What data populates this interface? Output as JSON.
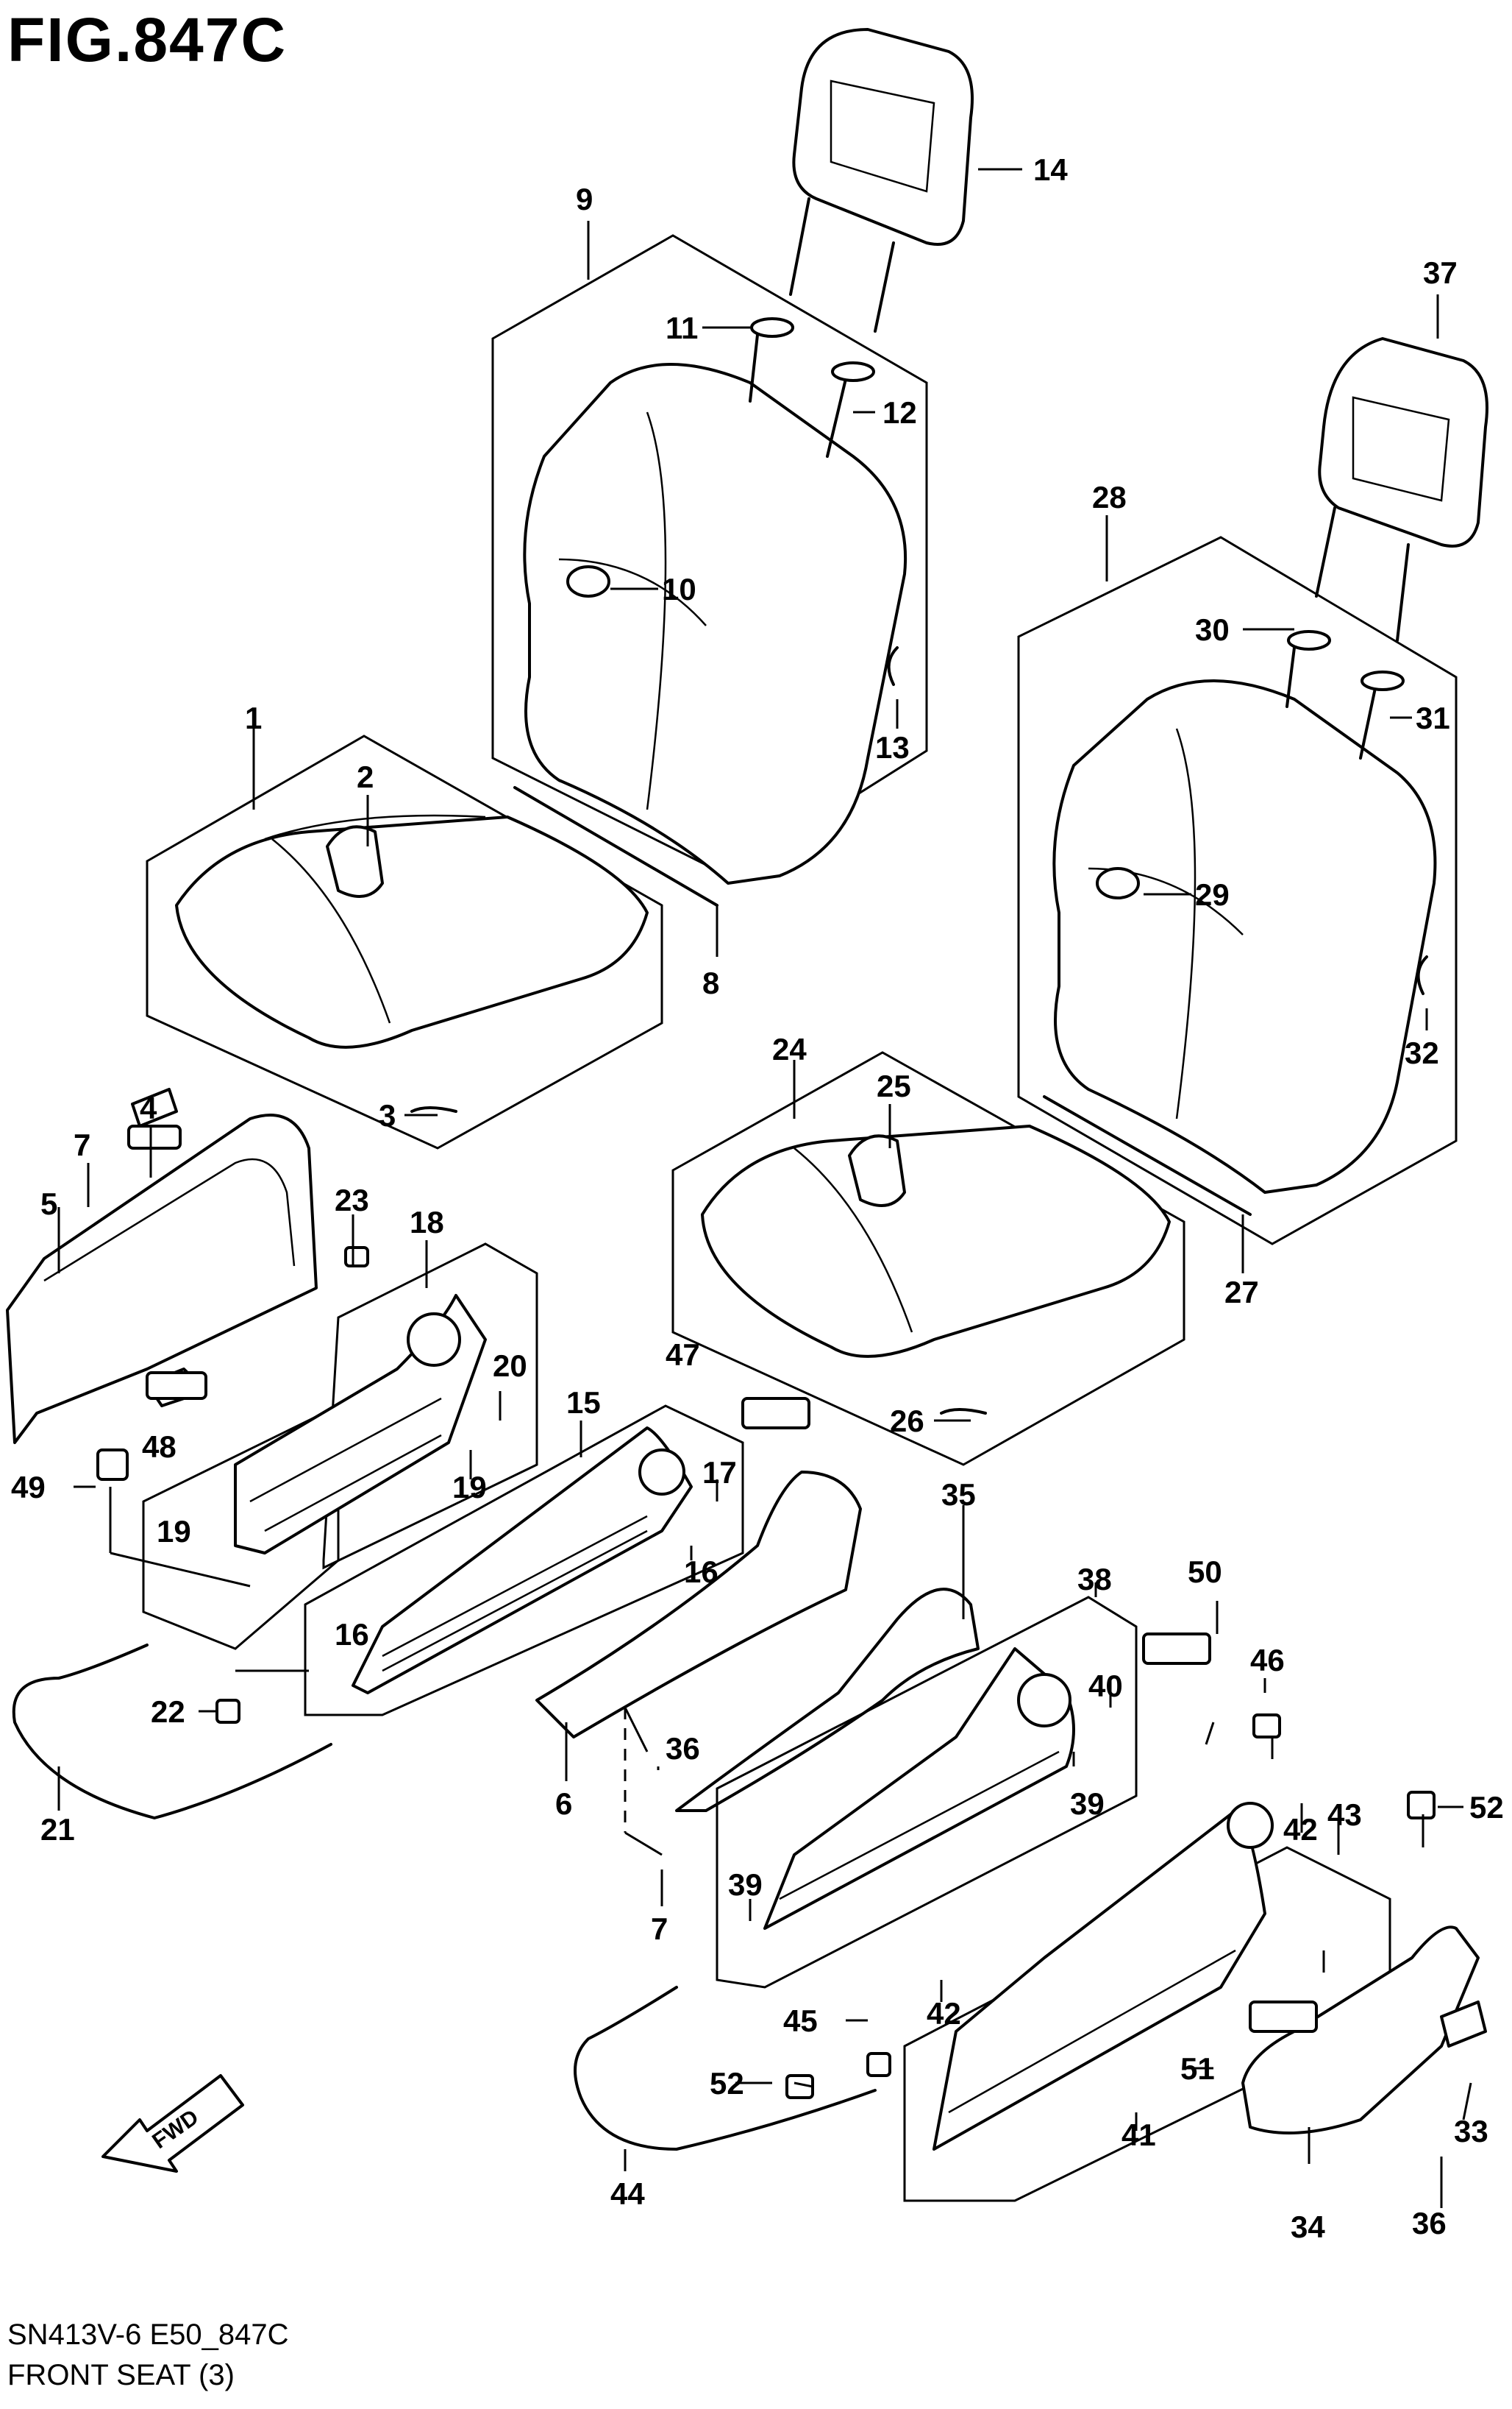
{
  "figure": {
    "title": "FIG.847C",
    "model_code": "SN413V-6 E50_847C",
    "caption": "FRONT SEAT (3)",
    "fwd_label": "FWD"
  },
  "callouts": [
    {
      "id": "c1",
      "label": "1"
    },
    {
      "id": "c2",
      "label": "2"
    },
    {
      "id": "c3",
      "label": "3"
    },
    {
      "id": "c4",
      "label": "4"
    },
    {
      "id": "c5",
      "label": "5"
    },
    {
      "id": "c6",
      "label": "6"
    },
    {
      "id": "c7a",
      "label": "7"
    },
    {
      "id": "c7b",
      "label": "7"
    },
    {
      "id": "c8",
      "label": "8"
    },
    {
      "id": "c9",
      "label": "9"
    },
    {
      "id": "c10",
      "label": "10"
    },
    {
      "id": "c11",
      "label": "11"
    },
    {
      "id": "c12",
      "label": "12"
    },
    {
      "id": "c13",
      "label": "13"
    },
    {
      "id": "c14",
      "label": "14"
    },
    {
      "id": "c15",
      "label": "15"
    },
    {
      "id": "c16a",
      "label": "16"
    },
    {
      "id": "c16b",
      "label": "16"
    },
    {
      "id": "c17",
      "label": "17"
    },
    {
      "id": "c18",
      "label": "18"
    },
    {
      "id": "c19a",
      "label": "19"
    },
    {
      "id": "c19b",
      "label": "19"
    },
    {
      "id": "c20",
      "label": "20"
    },
    {
      "id": "c21",
      "label": "21"
    },
    {
      "id": "c22",
      "label": "22"
    },
    {
      "id": "c23",
      "label": "23"
    },
    {
      "id": "c24",
      "label": "24"
    },
    {
      "id": "c25",
      "label": "25"
    },
    {
      "id": "c26",
      "label": "26"
    },
    {
      "id": "c27",
      "label": "27"
    },
    {
      "id": "c28",
      "label": "28"
    },
    {
      "id": "c29",
      "label": "29"
    },
    {
      "id": "c30",
      "label": "30"
    },
    {
      "id": "c31",
      "label": "31"
    },
    {
      "id": "c32",
      "label": "32"
    },
    {
      "id": "c33",
      "label": "33"
    },
    {
      "id": "c34",
      "label": "34"
    },
    {
      "id": "c35",
      "label": "35"
    },
    {
      "id": "c36a",
      "label": "36"
    },
    {
      "id": "c36b",
      "label": "36"
    },
    {
      "id": "c37",
      "label": "37"
    },
    {
      "id": "c38",
      "label": "38"
    },
    {
      "id": "c39a",
      "label": "39"
    },
    {
      "id": "c39b",
      "label": "39"
    },
    {
      "id": "c40",
      "label": "40"
    },
    {
      "id": "c41",
      "label": "41"
    },
    {
      "id": "c42a",
      "label": "42"
    },
    {
      "id": "c42b",
      "label": "42"
    },
    {
      "id": "c43",
      "label": "43"
    },
    {
      "id": "c44",
      "label": "44"
    },
    {
      "id": "c45",
      "label": "45"
    },
    {
      "id": "c46",
      "label": "46"
    },
    {
      "id": "c47",
      "label": "47"
    },
    {
      "id": "c48",
      "label": "48"
    },
    {
      "id": "c49",
      "label": "49"
    },
    {
      "id": "c50",
      "label": "50"
    },
    {
      "id": "c51",
      "label": "51"
    },
    {
      "id": "c52a",
      "label": "52"
    },
    {
      "id": "c52b",
      "label": "52"
    }
  ]
}
